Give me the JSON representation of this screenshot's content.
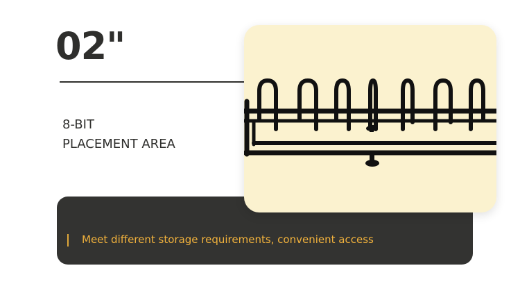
{
  "heading": {
    "number": "02\""
  },
  "subtitle": {
    "line1": "8-BIT",
    "line2": "PLACEMENT AREA"
  },
  "banner": {
    "text": "Meet different storage requirements, convenient access",
    "accent": "#f2b23c",
    "background": "#333331"
  },
  "photo": {
    "subject": "black metal storage rack",
    "background": "#fbf2cf"
  }
}
